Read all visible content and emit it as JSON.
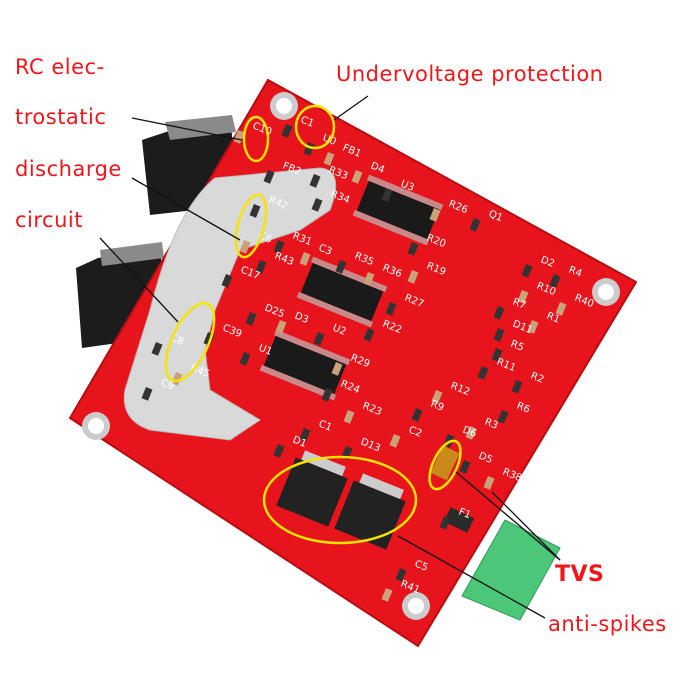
{
  "annotations": {
    "esd_line1": "RC elec-",
    "esd_line2": "trostatic",
    "esd_line3": "discharge",
    "esd_line4": "circuit",
    "undervoltage": "Undervoltage protection",
    "tvs": "TVS",
    "anti_spikes": "anti-spikes"
  },
  "colors": {
    "annotation_text": "#f0161a",
    "pcb": "#e8141c",
    "highlight_ellipse": "#f5e400",
    "terminal_block": "#4cc77a"
  },
  "silkscreen": [
    "C10",
    "C1",
    "U0",
    "FB1",
    "FB2",
    "R33",
    "D4",
    "R34",
    "U3",
    "R26",
    "Q1",
    "R42",
    "C6",
    "R43",
    "R31",
    "C3",
    "R20",
    "R35",
    "R36",
    "C17",
    "U2",
    "R19",
    "D2",
    "R4",
    "R40",
    "C39",
    "D25",
    "D3",
    "R27",
    "R22",
    "R10",
    "R7",
    "D11",
    "R1",
    "R5",
    "C8",
    "R45",
    "C9",
    "U1",
    "R29",
    "R11",
    "R2",
    "R12",
    "R6",
    "R24",
    "R23",
    "C1",
    "D13",
    "C2",
    "R9",
    "D6",
    "R3",
    "D1",
    "D5",
    "R38",
    "F1",
    "C5",
    "R41"
  ]
}
